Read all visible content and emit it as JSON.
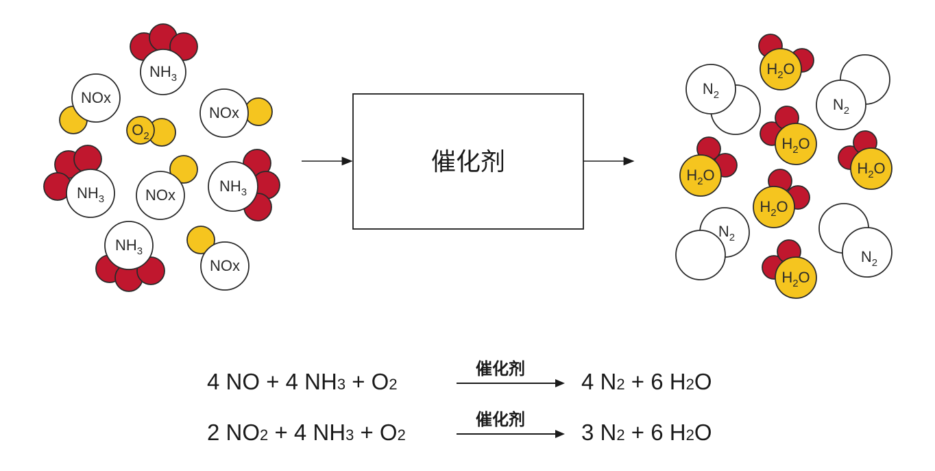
{
  "colors": {
    "red": "#c0172e",
    "yellow": "#f5c51f",
    "white": "#ffffff",
    "stroke": "#2a2a2a"
  },
  "process_box": {
    "label": "催化剂"
  },
  "left_molecules": [
    {
      "main": "NH",
      "sub": "3",
      "atoms": "red"
    },
    {
      "main": "NOx",
      "sub": "",
      "atoms": "yellow"
    },
    {
      "main": "NOx",
      "sub": "",
      "atoms": "yellow"
    },
    {
      "main": "O",
      "sub": "2",
      "atoms": "yellow"
    },
    {
      "main": "NH",
      "sub": "3",
      "atoms": "red"
    },
    {
      "main": "NOx",
      "sub": "",
      "atoms": "yellow"
    },
    {
      "main": "NH",
      "sub": "3",
      "atoms": "red"
    },
    {
      "main": "NH",
      "sub": "3",
      "atoms": "red"
    },
    {
      "main": "NOx",
      "sub": "",
      "atoms": "yellow"
    }
  ],
  "right_molecules": [
    {
      "main": "N",
      "sub": "2"
    },
    {
      "main": "H",
      "sub": "2",
      "tail": "O"
    },
    {
      "main": "N",
      "sub": "2"
    },
    {
      "main": "H",
      "sub": "2",
      "tail": "O"
    },
    {
      "main": "H",
      "sub": "2",
      "tail": "O"
    },
    {
      "main": "H",
      "sub": "2",
      "tail": "O"
    },
    {
      "main": "H",
      "sub": "2",
      "tail": "O"
    },
    {
      "main": "N",
      "sub": "2"
    },
    {
      "main": "N",
      "sub": "2"
    },
    {
      "main": "H",
      "sub": "2",
      "tail": "O"
    }
  ],
  "equations": [
    {
      "left": [
        [
          "4 NO + 4 NH",
          ""
        ],
        [
          "3",
          ""
        ],
        [
          " + O",
          ""
        ],
        [
          "2",
          ""
        ]
      ],
      "catalyst": "催化剂",
      "right": [
        [
          "4 N",
          ""
        ],
        [
          "2",
          ""
        ],
        [
          " + 6 H",
          ""
        ],
        [
          "2",
          ""
        ],
        [
          "O",
          ""
        ]
      ]
    },
    {
      "left": [
        [
          "2 NO",
          ""
        ],
        [
          "2",
          ""
        ],
        [
          " + 4 NH",
          ""
        ],
        [
          "3",
          ""
        ],
        [
          " + O",
          ""
        ],
        [
          "2",
          ""
        ]
      ],
      "catalyst": "催化剂",
      "right": [
        [
          "3 N",
          ""
        ],
        [
          "2",
          ""
        ],
        [
          " + 6 H",
          ""
        ],
        [
          "2",
          ""
        ],
        [
          "O",
          ""
        ]
      ]
    }
  ]
}
